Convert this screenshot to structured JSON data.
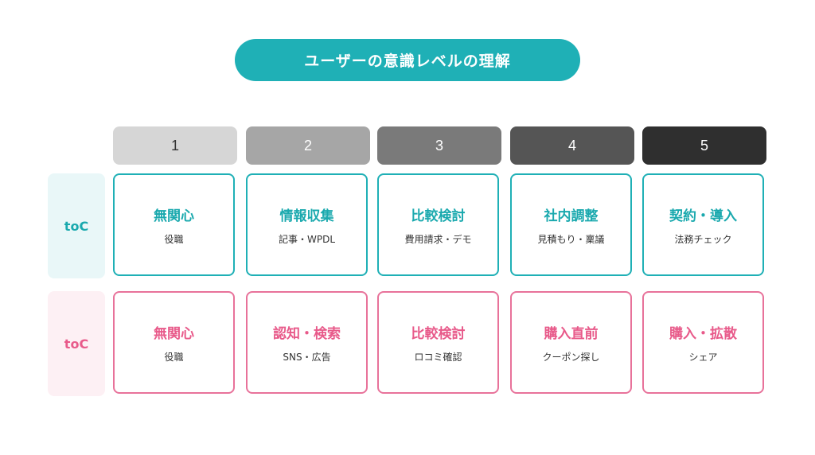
{
  "title": "ユーザーの意識レベルの理解",
  "stages": [
    {
      "label": "1",
      "bg": "#d6d6d6",
      "fg": "#333333"
    },
    {
      "label": "2",
      "bg": "#a6a6a6",
      "fg": "#ffffff"
    },
    {
      "label": "3",
      "bg": "#7a7a7a",
      "fg": "#ffffff"
    },
    {
      "label": "4",
      "bg": "#555555",
      "fg": "#ffffff"
    },
    {
      "label": "5",
      "bg": "#2f2f2f",
      "fg": "#ffffff"
    }
  ],
  "rows": [
    {
      "label": "toC",
      "accent": "#1fb0b6",
      "cards": [
        {
          "title": "無関心",
          "sub": "役職"
        },
        {
          "title": "情報収集",
          "sub": "記事・WPDL"
        },
        {
          "title": "比較検討",
          "sub": "費用請求・デモ"
        },
        {
          "title": "社内調整",
          "sub": "見積もり・稟議"
        },
        {
          "title": "契約・導入",
          "sub": "法務チェック"
        }
      ]
    },
    {
      "label": "toC",
      "accent": "#e85a8a",
      "cards": [
        {
          "title": "無関心",
          "sub": "役職"
        },
        {
          "title": "認知・検索",
          "sub": "SNS・広告"
        },
        {
          "title": "比較検討",
          "sub": "ロコミ確認"
        },
        {
          "title": "購入直前",
          "sub": "クーポン探し"
        },
        {
          "title": "購入・拡散",
          "sub": "シェア"
        }
      ]
    }
  ]
}
